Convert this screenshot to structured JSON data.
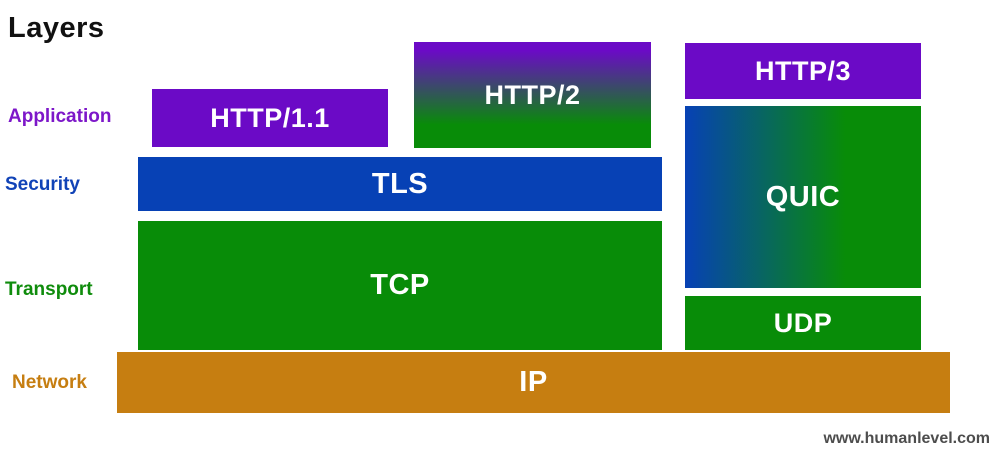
{
  "title": "Layers",
  "colors": {
    "purple": "#6b0ac6",
    "blue": "#0741b5",
    "green": "#088c08",
    "orange": "#c67e11",
    "label_purple": "#7d17c9",
    "label_blue": "#1143b7",
    "label_green": "#0f8c0c",
    "label_orange": "#c67e11",
    "footer_gray": "#4d4d4d",
    "background": "#ffffff",
    "box_text": "#ffffff"
  },
  "layers": [
    {
      "id": "application",
      "label": "Application",
      "color": "#7d17c9"
    },
    {
      "id": "security",
      "label": "Security",
      "color": "#1143b7"
    },
    {
      "id": "transport",
      "label": "Transport",
      "color": "#0f8c0c"
    },
    {
      "id": "network",
      "label": "Network",
      "color": "#c67e11"
    }
  ],
  "boxes": {
    "http11": {
      "label": "HTTP/1.1",
      "layer": "application",
      "fill": "#6b0ac6"
    },
    "http2": {
      "label": "HTTP/2",
      "layer": "application",
      "gradient": {
        "from": "#6b0ac6",
        "to": "#088c08",
        "direction": "top-to-bottom"
      }
    },
    "http3": {
      "label": "HTTP/3",
      "layer": "application",
      "fill": "#6b0ac6"
    },
    "tls": {
      "label": "TLS",
      "layer": "security",
      "fill": "#0741b5"
    },
    "quic": {
      "label": "QUIC",
      "layer": "security-transport",
      "gradient": {
        "from": "#0741b5",
        "to": "#088c08",
        "direction": "left-to-right"
      }
    },
    "tcp": {
      "label": "TCP",
      "layer": "transport",
      "fill": "#088c08"
    },
    "udp": {
      "label": "UDP",
      "layer": "transport",
      "fill": "#088c08"
    },
    "ip": {
      "label": "IP",
      "layer": "network",
      "fill": "#c67e11"
    }
  },
  "footer": {
    "website": "www.humanlevel.com"
  }
}
